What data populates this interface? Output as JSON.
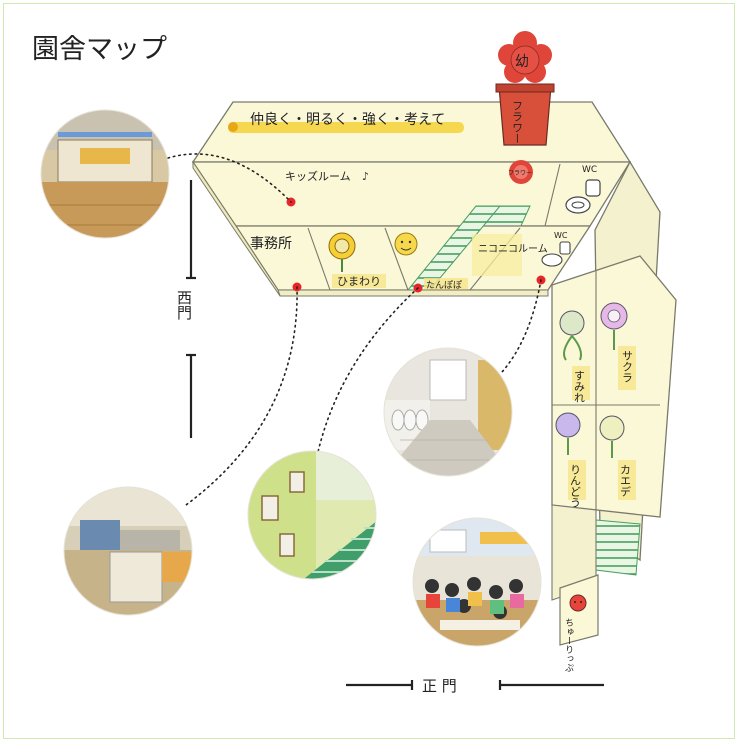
{
  "title": "園舎マップ",
  "motto": "仲良く・明るく・強く・考えて",
  "rooms": {
    "kids_room": "キッズルーム",
    "office": "事務所",
    "himawari": "ひまわり",
    "tanpopo": "たんぽぽ",
    "nikoniko": "ニコニコルーム",
    "wc_top": "WC",
    "wc_mid": "WC",
    "sakura": "サクラ",
    "sumire": "すみれ",
    "rindou": "りんどう",
    "kaede": "カエデ",
    "churippu": "ちゅーりっぷ"
  },
  "flower_sign": {
    "top": "幼",
    "bottom": "フラワー",
    "small": "フラワー"
  },
  "gates": {
    "west": "西門",
    "main": "正 門"
  },
  "photos": [
    "hall-photo",
    "office-photo",
    "stairs-photo",
    "hallway-photo",
    "classroom-photo"
  ],
  "colors": {
    "frame": "#cfe9b0",
    "building": "#fbf8d8",
    "motto_marker": "#f5d238",
    "flower_red": "#e0453a",
    "pot_red": "#d9503a",
    "stair_green": "#5fbf7f",
    "pin_red": "#e8262a"
  }
}
